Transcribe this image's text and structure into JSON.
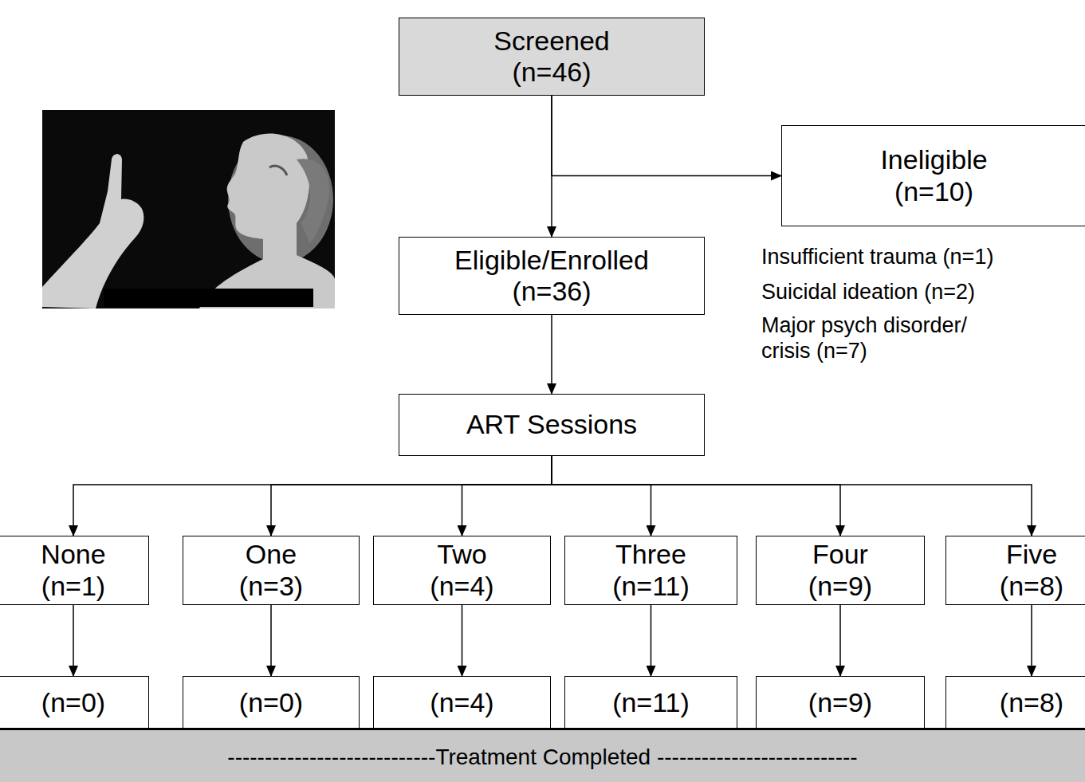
{
  "diagram": {
    "nodes": [
      {
        "text": [
          "Screened",
          "(n=46)"
        ]
      },
      {
        "text": [
          "Ineligible",
          "(n=10)"
        ]
      },
      {
        "text": [
          "Eligible/Enrolled",
          "(n=36)"
        ]
      },
      {
        "text": [
          "ART Sessions"
        ]
      },
      {
        "text": [
          "None",
          "(n=1)"
        ]
      },
      {
        "text": [
          "One",
          "(n=3)"
        ]
      },
      {
        "text": [
          "Two",
          "(n=4)"
        ]
      },
      {
        "text": [
          "Three",
          "(n=11)"
        ]
      },
      {
        "text": [
          "Four",
          "(n=9)"
        ]
      },
      {
        "text": [
          "Five",
          "(n=8)"
        ]
      },
      {
        "text": [
          "(n=0)"
        ]
      },
      {
        "text": [
          "(n=0)"
        ]
      },
      {
        "text": [
          "(n=4)"
        ]
      },
      {
        "text": [
          "(n=11)"
        ]
      },
      {
        "text": [
          "(n=9)"
        ]
      },
      {
        "text": [
          "(n=8)"
        ]
      },
      {
        "text": [
          "----------------------------Treatment Completed ---------------------------"
        ]
      }
    ],
    "edges": [
      {
        "from": 0,
        "to": 2,
        "arrow": "to"
      },
      {
        "from": 0,
        "to": 1,
        "arrow": "to"
      },
      {
        "from": 2,
        "to": 3,
        "arrow": "to"
      },
      {
        "from": 3,
        "to": 4,
        "arrow": "to"
      },
      {
        "from": 3,
        "to": 5,
        "arrow": "to"
      },
      {
        "from": 3,
        "to": 6,
        "arrow": "to"
      },
      {
        "from": 3,
        "to": 7,
        "arrow": "to"
      },
      {
        "from": 3,
        "to": 8,
        "arrow": "to"
      },
      {
        "from": 3,
        "to": 9,
        "arrow": "to"
      },
      {
        "from": 4,
        "to": 10,
        "arrow": "to"
      },
      {
        "from": 5,
        "to": 11,
        "arrow": "to"
      },
      {
        "from": 6,
        "to": 12,
        "arrow": "to"
      },
      {
        "from": 7,
        "to": 13,
        "arrow": "to"
      },
      {
        "from": 8,
        "to": 14,
        "arrow": "to"
      },
      {
        "from": 9,
        "to": 15,
        "arrow": "to"
      }
    ],
    "labels": [
      "Insufficient trauma (n=1)",
      "Suicidal ideation (n=2)",
      "Major psych disorder/ crisis (n=7)"
    ]
  }
}
